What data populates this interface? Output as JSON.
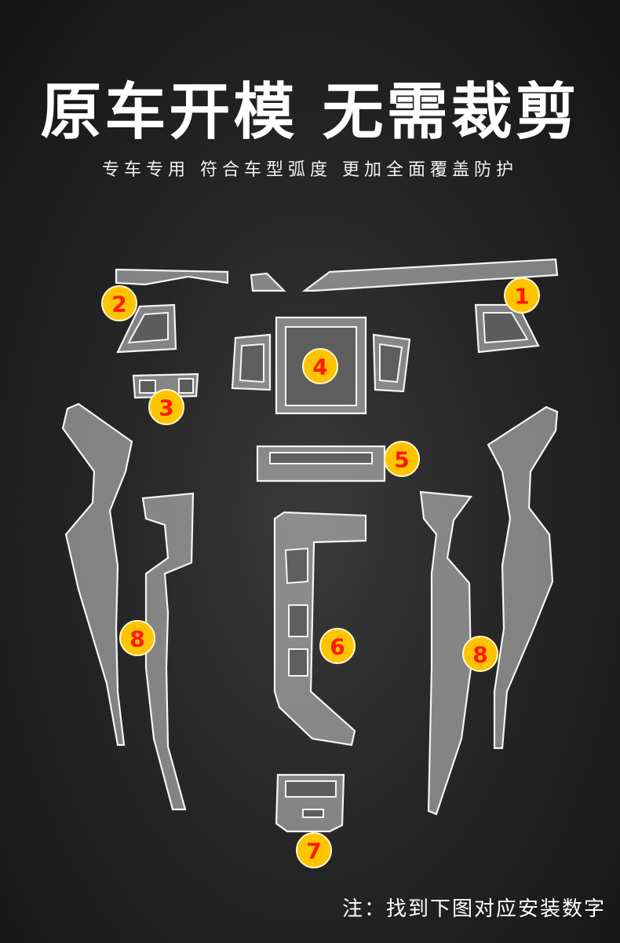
{
  "headline": "原车开模 无需裁剪",
  "subline": "专车专用  符合车型弧度  更加全面覆盖防护",
  "badges": [
    "1",
    "2",
    "3",
    "4",
    "5",
    "6",
    "7",
    "8",
    "8"
  ],
  "footnote": "注：找到下图对应安装数字",
  "colors": {
    "badge_fill": "#ffc400",
    "badge_text": "#ff1a00",
    "film_edge": "#f4f4f4"
  }
}
